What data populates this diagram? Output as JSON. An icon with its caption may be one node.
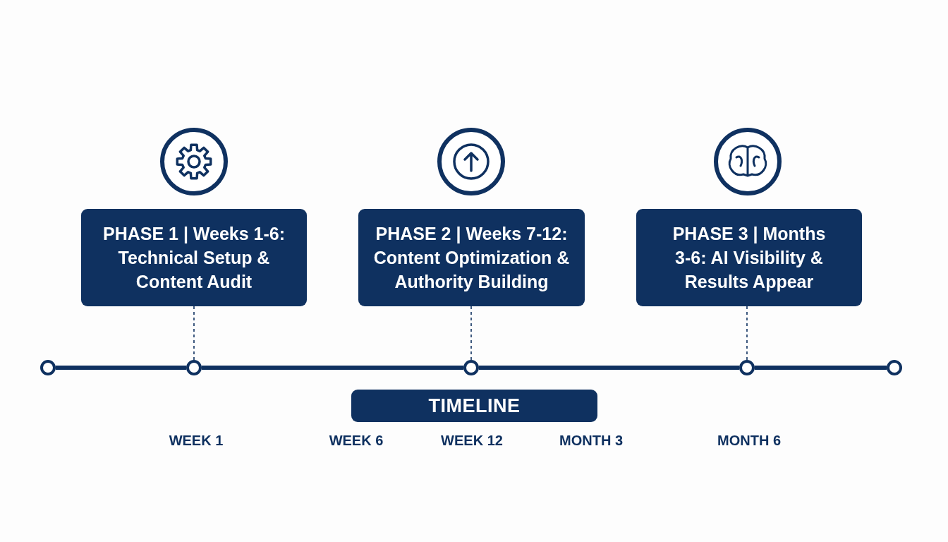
{
  "diagram": {
    "nodes": [
      {
        "text": [
          "PHASE 1 | Weeks 1-6: Technical Setup & Content Audit"
        ]
      },
      {
        "text": [
          "PHASE 2 | Weeks 7-12: Content Optimization & Authority Building"
        ]
      },
      {
        "text": [
          "PHASE 3 | Months 3-6: AI Visibility & Results Appear"
        ]
      },
      {
        "text": [],
        "shape": "circle"
      },
      {
        "text": [],
        "shape": "circle"
      },
      {
        "text": [],
        "shape": "circle"
      },
      {
        "text": [],
        "shape": "circle"
      },
      {
        "text": [],
        "shape": "circle"
      },
      {
        "text": [
          "TIMELINE"
        ]
      }
    ],
    "edges": [
      {
        "from": 0,
        "to": 4,
        "arrow": "none",
        "style": "dashed"
      },
      {
        "from": 1,
        "to": 5,
        "arrow": "none",
        "style": "dashed"
      },
      {
        "from": 2,
        "to": 6,
        "arrow": "none",
        "style": "dashed"
      },
      {
        "from": 3,
        "to": 4,
        "arrow": "none"
      },
      {
        "from": 4,
        "to": 5,
        "arrow": "none"
      },
      {
        "from": 5,
        "to": 6,
        "arrow": "none"
      },
      {
        "from": 6,
        "to": 7,
        "arrow": "none"
      }
    ],
    "labels": [
      "WEEK 1",
      "WEEK 6",
      "WEEK 12",
      "MONTH 3",
      "MONTH 6"
    ]
  }
}
